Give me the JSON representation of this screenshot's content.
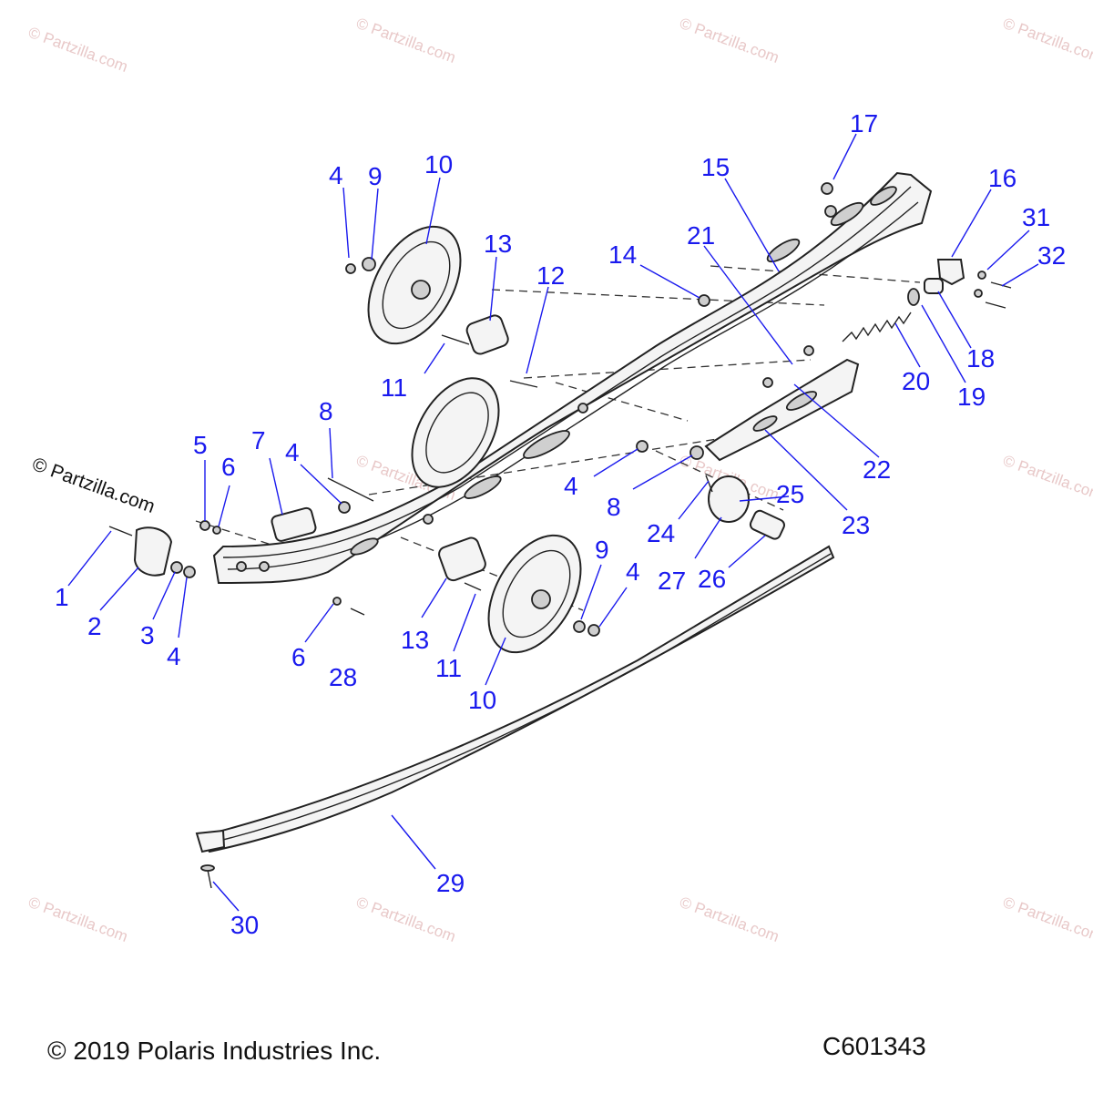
{
  "footer": {
    "copyright": "© 2019 Polaris Industries Inc.",
    "diagram_code": "C601343"
  },
  "watermark": {
    "main": "© Partzilla.com",
    "tile": "© Partzilla.com"
  },
  "callouts": {
    "c1": "1",
    "c2": "2",
    "c3": "3",
    "c4a": "4",
    "c4b": "4",
    "c4c": "4",
    "c4d": "4",
    "c4e": "4",
    "c5": "5",
    "c6a": "6",
    "c6b": "6",
    "c7": "7",
    "c8a": "8",
    "c8b": "8",
    "c9a": "9",
    "c9b": "9",
    "c10a": "10",
    "c10b": "10",
    "c11a": "11",
    "c11b": "11",
    "c12": "12",
    "c13a": "13",
    "c13b": "13",
    "c14": "14",
    "c15": "15",
    "c16": "16",
    "c17": "17",
    "c18": "18",
    "c19": "19",
    "c20": "20",
    "c21": "21",
    "c22": "22",
    "c23": "23",
    "c24": "24",
    "c25": "25",
    "c26": "26",
    "c27": "27",
    "c28": "28",
    "c29": "29",
    "c30": "30",
    "c31": "31",
    "c32": "32"
  }
}
